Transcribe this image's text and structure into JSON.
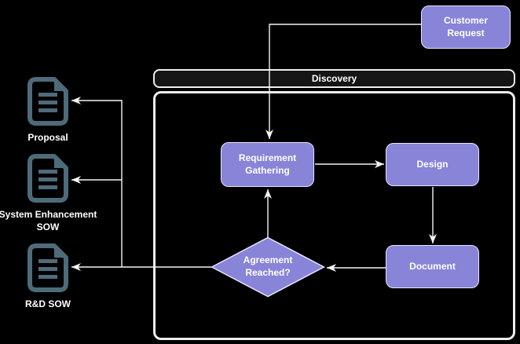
{
  "colors": {
    "background": "#000000",
    "node_fill": "#8884d8",
    "node_border": "#e9e6ff",
    "container_header_fill": "#151515",
    "container_border": "#ededed",
    "connector": "#f5f5f5",
    "doc_icon": "#4e6b7a",
    "text": "#ffffff"
  },
  "container": {
    "title": "Discovery"
  },
  "nodes": {
    "customer_request": {
      "label": "Customer Request",
      "shape": "rounded-rect"
    },
    "requirement_gathering": {
      "label": "Requirement Gathering",
      "shape": "rounded-rect"
    },
    "design": {
      "label": "Design",
      "shape": "rounded-rect"
    },
    "document": {
      "label": "Document",
      "shape": "rounded-rect"
    },
    "agreement_reached": {
      "label": "Agreement Reached?",
      "shape": "diamond"
    }
  },
  "outputs": [
    {
      "label": "Proposal",
      "icon": "document-icon"
    },
    {
      "label": "System Enhancement SOW",
      "icon": "document-icon"
    },
    {
      "label": "R&D SOW",
      "icon": "document-icon"
    }
  ],
  "edges": [
    {
      "from": "customer_request",
      "to": "requirement_gathering"
    },
    {
      "from": "requirement_gathering",
      "to": "design"
    },
    {
      "from": "design",
      "to": "document"
    },
    {
      "from": "document",
      "to": "agreement_reached"
    },
    {
      "from": "agreement_reached",
      "to": "requirement_gathering"
    },
    {
      "from": "agreement_reached",
      "to": "Proposal"
    },
    {
      "from": "agreement_reached",
      "to": "System Enhancement SOW"
    },
    {
      "from": "agreement_reached",
      "to": "R&D SOW"
    }
  ]
}
